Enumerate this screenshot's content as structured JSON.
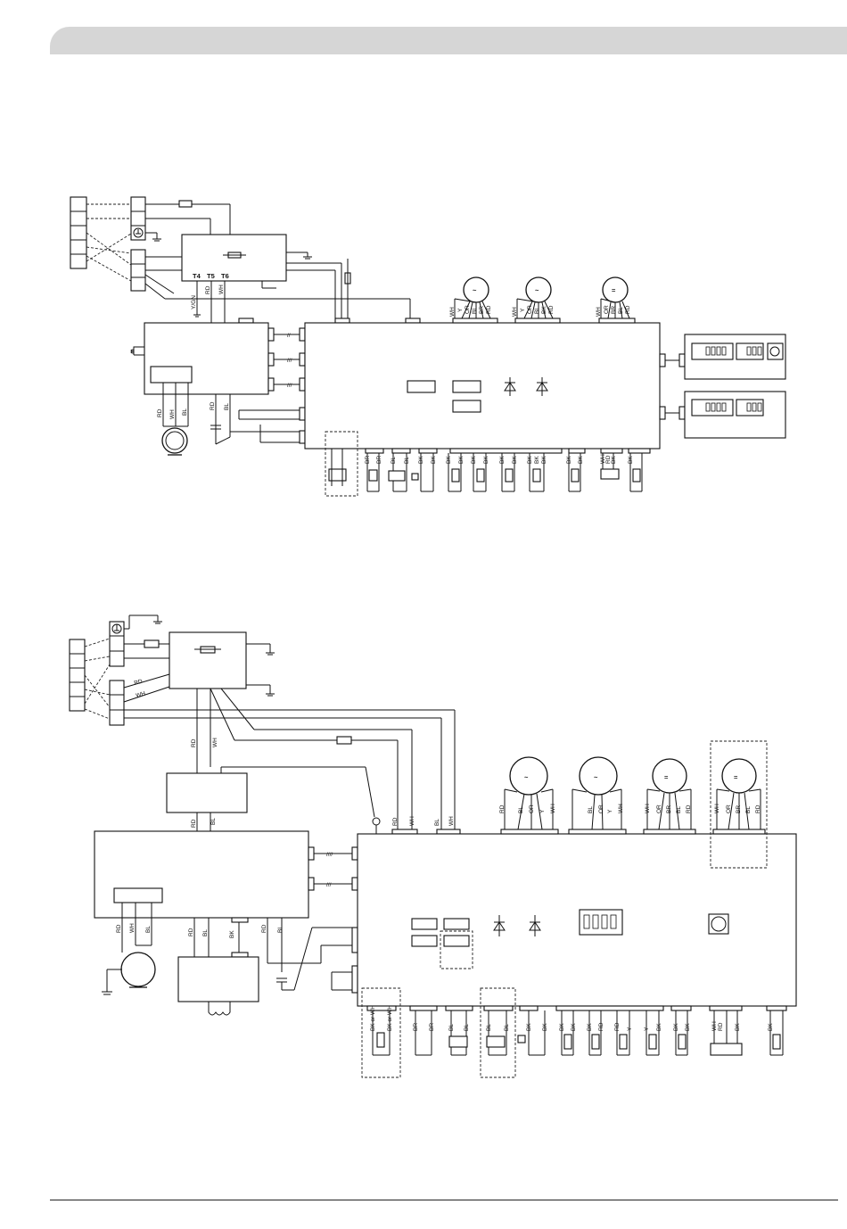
{
  "colors": {
    "header_band": "#d6d6d6",
    "line": "#111111"
  },
  "diagram_top": {
    "terminals": [
      "T4",
      "T5",
      "T6"
    ],
    "terminal_wire_labels": [
      "Y/GN",
      "RD",
      "WH"
    ],
    "fan_wire_labels": [
      "RD",
      "WH",
      "BL"
    ],
    "cap_wire_labels": [
      "RD",
      "BL"
    ],
    "motor1_wires": [
      "WH",
      "Y",
      "OR",
      "BL",
      "BR",
      "RD"
    ],
    "motor2_wires": [
      "WH",
      "Y",
      "OR",
      "BL",
      "BK",
      "RD"
    ],
    "motor3_wires": [
      "WH",
      "OR",
      "BR",
      "BL",
      "RD"
    ],
    "bottom_wires": [
      "BR",
      "BR",
      "BL",
      "BL",
      "BK",
      "BK",
      "BK",
      "BK",
      "BK",
      "BK",
      "BK",
      "BK",
      "BK",
      "BK",
      "BK",
      "BK",
      "BK",
      "WH",
      "RD",
      "BK",
      "BK"
    ],
    "display_icons": [
      "motor-icon",
      "motor-icon",
      "fan-icon"
    ]
  },
  "diagram_bottom": {
    "top_wires": [
      "RD",
      "WH"
    ],
    "vertical_wires": [
      "RD",
      "WH"
    ],
    "module_wires": [
      "RD",
      "BL"
    ],
    "input_wires": [
      "RD",
      "WH",
      "BL",
      "WH"
    ],
    "fan_wires": [
      "RD",
      "WH",
      "BL"
    ],
    "lower_wires": [
      "RD",
      "BL",
      "BK",
      "RD",
      "BL"
    ],
    "motor1_wires": [
      "RD",
      "BL",
      "OR",
      "Y",
      "WH"
    ],
    "motor2_wires": [
      "BL",
      "OR",
      "Y",
      "WH"
    ],
    "motor3_wires": [
      "WH",
      "OR",
      "BR",
      "BL",
      "RD"
    ],
    "motor4_wires": [
      "WH",
      "OR",
      "BR",
      "BL",
      "RD"
    ],
    "bottom_wires": [
      "BK or WH",
      "BK or WH",
      "BR",
      "BR",
      "BL",
      "BL",
      "BL",
      "BL",
      "BK",
      "BK",
      "BK",
      "BK",
      "BK",
      "RD",
      "RD",
      "Y",
      "Y",
      "BK",
      "BK",
      "BK",
      "WH",
      "RD",
      "BK",
      "BK"
    ]
  }
}
